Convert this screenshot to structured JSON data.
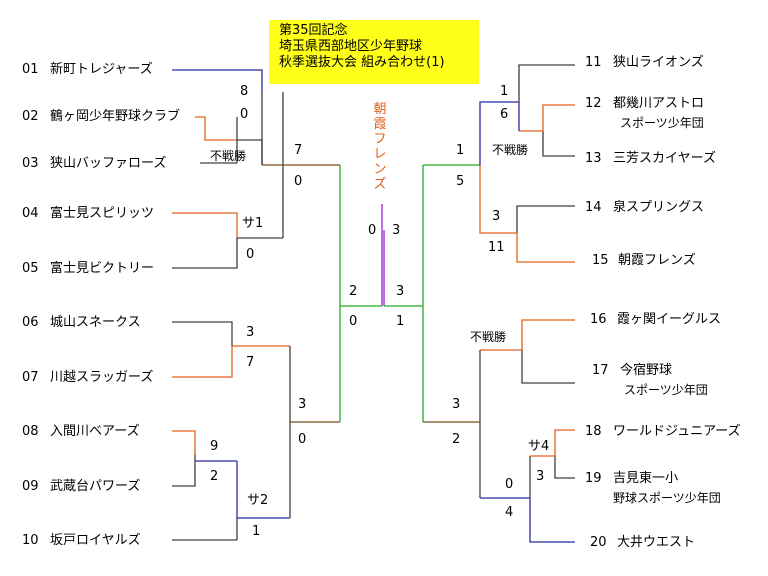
{
  "title": {
    "line1": "第35回記念",
    "line2": "埼玉県西部地区少年野球",
    "line3": "秋季選抜大会 組み合わせ(1)"
  },
  "winner": "朝霞フレンズ",
  "teams": {
    "t01": {
      "no": "01",
      "name": "新町トレジャーズ"
    },
    "t02": {
      "no": "02",
      "name": "鶴ヶ岡少年野球クラブ"
    },
    "t03": {
      "no": "03",
      "name": "狭山バッファローズ"
    },
    "t04": {
      "no": "04",
      "name": "富士見スピリッツ"
    },
    "t05": {
      "no": "05",
      "name": "富士見ビクトリー"
    },
    "t06": {
      "no": "06",
      "name": "城山スネークス"
    },
    "t07": {
      "no": "07",
      "name": "川越スラッガーズ"
    },
    "t08": {
      "no": "08",
      "name": "入間川ベアーズ"
    },
    "t09": {
      "no": "09",
      "name": "武蔵台パワーズ"
    },
    "t10": {
      "no": "10",
      "name": "坂戸ロイヤルズ"
    },
    "t11": {
      "no": "11",
      "name": "狭山ライオンズ"
    },
    "t12": {
      "no": "12",
      "name": "都幾川アストロ",
      "name2": "スポーツ少年団"
    },
    "t13": {
      "no": "13",
      "name": "三芳スカイヤーズ"
    },
    "t14": {
      "no": "14",
      "name": "泉スプリングス"
    },
    "t15": {
      "no": "15",
      "name": "朝霞フレンズ"
    },
    "t16": {
      "no": "16",
      "name": "霞ヶ関イーグルス"
    },
    "t17": {
      "no": "17",
      "name": "今宿野球",
      "name2": "スポーツ少年団"
    },
    "t18": {
      "no": "18",
      "name": "ワールドジュニアーズ"
    },
    "t19": {
      "no": "19",
      "name": "吉見東一小",
      "name2": "野球スポーツ少年団"
    },
    "t20": {
      "no": "20",
      "name": "大井ウエスト"
    }
  },
  "scores": {
    "l_r1a_top": "8",
    "l_r1a_bot": "0",
    "l_r1a_note": "不戦勝",
    "l_r2a_top": "7",
    "l_r2a_bot": "0",
    "l_r1b_top": "サ1",
    "l_r1b_bot": "0",
    "l_r1c_top": "3",
    "l_r1c_bot": "7",
    "l_r1d_top": "9",
    "l_r1d_bot": "2",
    "l_r1e_top": "サ2",
    "l_r1e_bot": "1",
    "l_r2b_top": "3",
    "l_r2b_bot": "0",
    "l_sf_top": "2",
    "l_sf_bot": "0",
    "f_left": "0",
    "f_right": "3",
    "r_sf_top": "3",
    "r_sf_bot": "1",
    "r_r2a_top": "1",
    "r_r2a_bot": "5",
    "r_r1a_top": "1",
    "r_r1a_bot": "6",
    "r_r1a_note": "不戦勝",
    "r_r1b_top": "3",
    "r_r1b_bot": "11",
    "r_r1c_note": "不戦勝",
    "r_r2b_top": "3",
    "r_r2b_bot": "2",
    "r_r1d_top": "サ4",
    "r_r1d_bot": "3",
    "r_r1e_top": "0",
    "r_r1e_bot": "4"
  },
  "colors": {
    "winner": "#e0601a",
    "bracket_black": "#404040",
    "loss_blue": "#2a2aa0",
    "win_orange": "#e0601a",
    "semis_green": "#22aa22",
    "final_purple": "#9922cc",
    "round2_brown": "#7a4a20",
    "title_bg": "#ffff1a"
  }
}
